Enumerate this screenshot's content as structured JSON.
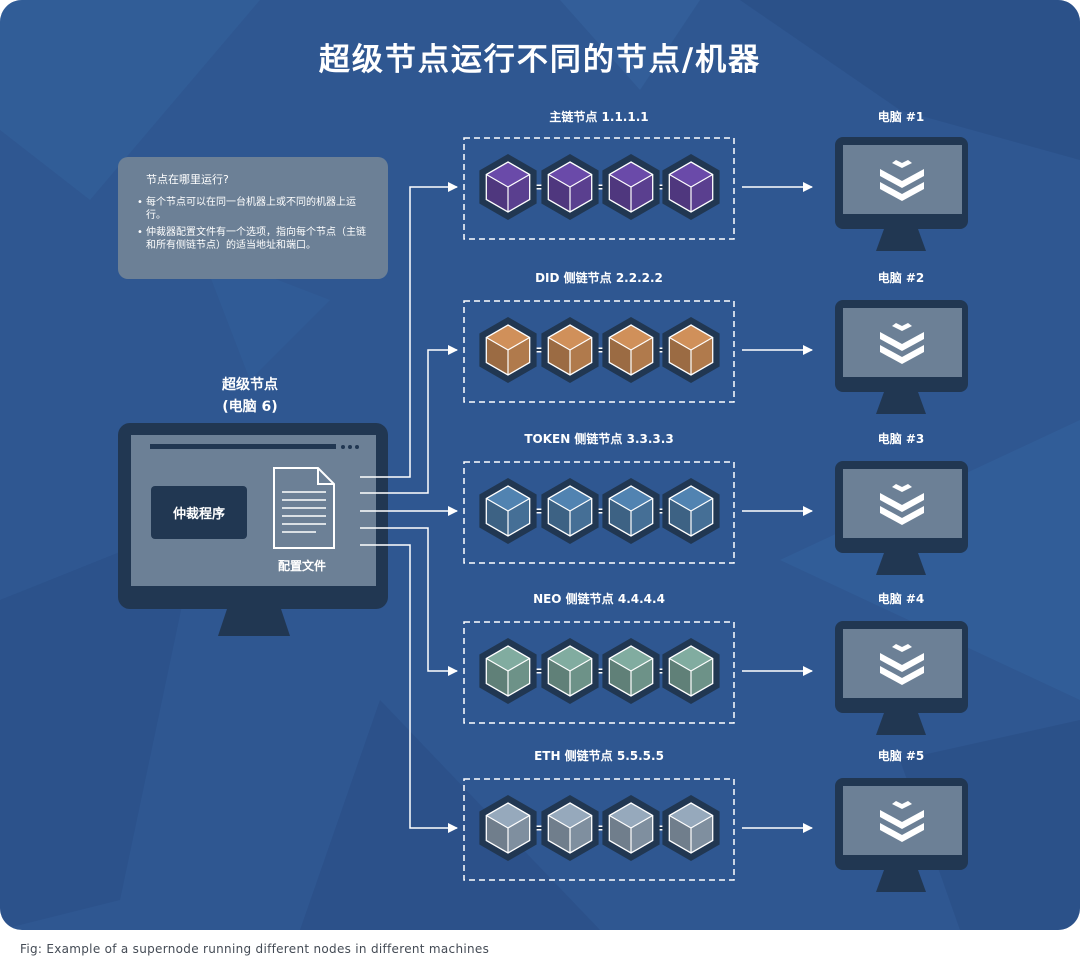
{
  "title": "超级节点运行不同的节点/机器",
  "info_box": {
    "question": "节点在哪里运行?",
    "bullets": [
      "每个节点可以在同一台机器上或不同的机器上运行。",
      "仲裁器配置文件有一个选项，指向每个节点（主链和所有侧链节点）的适当地址和端口。"
    ]
  },
  "supernode": {
    "title": "超级节点",
    "subtitle": "(电脑 6)",
    "arbiter_label": "仲裁程序",
    "config_label": "配置文件"
  },
  "chains": [
    {
      "label": "主链节点 1.1.1.1",
      "color": "#5a3f8f",
      "computer": "电脑 #1"
    },
    {
      "label": "DID 侧链节点 2.2.2.2",
      "color": "#b07a4c",
      "computer": "电脑 #2"
    },
    {
      "label": "TOKEN 侧链节点 3.3.3.3",
      "color": "#456f96",
      "computer": "电脑 #3"
    },
    {
      "label": "NEO 侧链节点 4.4.4.4",
      "color": "#6d9288",
      "computer": "电脑 #4"
    },
    {
      "label": "ETH 侧链节点 5.5.5.5",
      "color": "#7f8f9f",
      "computer": "电脑 #5"
    }
  ],
  "caption": "Fig: Example of a supernode running different nodes in different machines",
  "colors": {
    "background": "#2f5791",
    "monitor_frame": "#213752",
    "monitor_screen": "#6c8096",
    "arrow": "#ffffff"
  }
}
